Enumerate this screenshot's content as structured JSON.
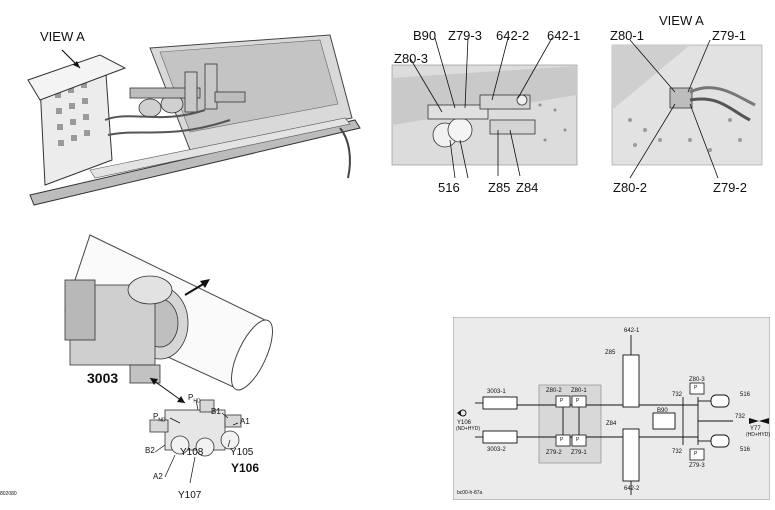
{
  "panel1": {
    "view_label": "VIEW A"
  },
  "panel2": {
    "callouts": [
      "B90",
      "Z79-3",
      "642-2",
      "642-1",
      "Z80-3",
      "516",
      "Z85",
      "Z84"
    ]
  },
  "panel3": {
    "title": "VIEW A",
    "callouts": [
      "Z80-1",
      "Z79-1",
      "Z80-2",
      "Z79-2"
    ]
  },
  "panel4": {
    "gearbox_label": "3003",
    "ports": [
      "P",
      "P",
      "B1",
      "A1",
      "B2",
      "Y108",
      "Y105",
      "Y106",
      "A2",
      "Y107"
    ],
    "subs": [
      "HD",
      "ND"
    ]
  },
  "schematic": {
    "labels": {
      "t642_1": "642-1",
      "z85": "Z85",
      "v3003_1": "3003-1",
      "v3003_2": "3003-2",
      "y106": "Y106",
      "y106_sub": "(ND+HYD)",
      "z80_2": "Z80-2",
      "z80_1": "Z80-1",
      "z79_2": "Z79-2",
      "z79_1": "Z79-1",
      "z84": "Z84",
      "p": "P",
      "t732a": "732",
      "t732b": "732",
      "t732c": "732",
      "z80_3": "Z80-3",
      "z79_3": "Z79-3",
      "b90": "B90",
      "t516a": "516",
      "t516b": "516",
      "y77": "Y77",
      "y77_sub": "(HD+HYD)",
      "t642_2": "642-2",
      "footer": "bc00-h-87a"
    }
  },
  "figure_id": "802080"
}
